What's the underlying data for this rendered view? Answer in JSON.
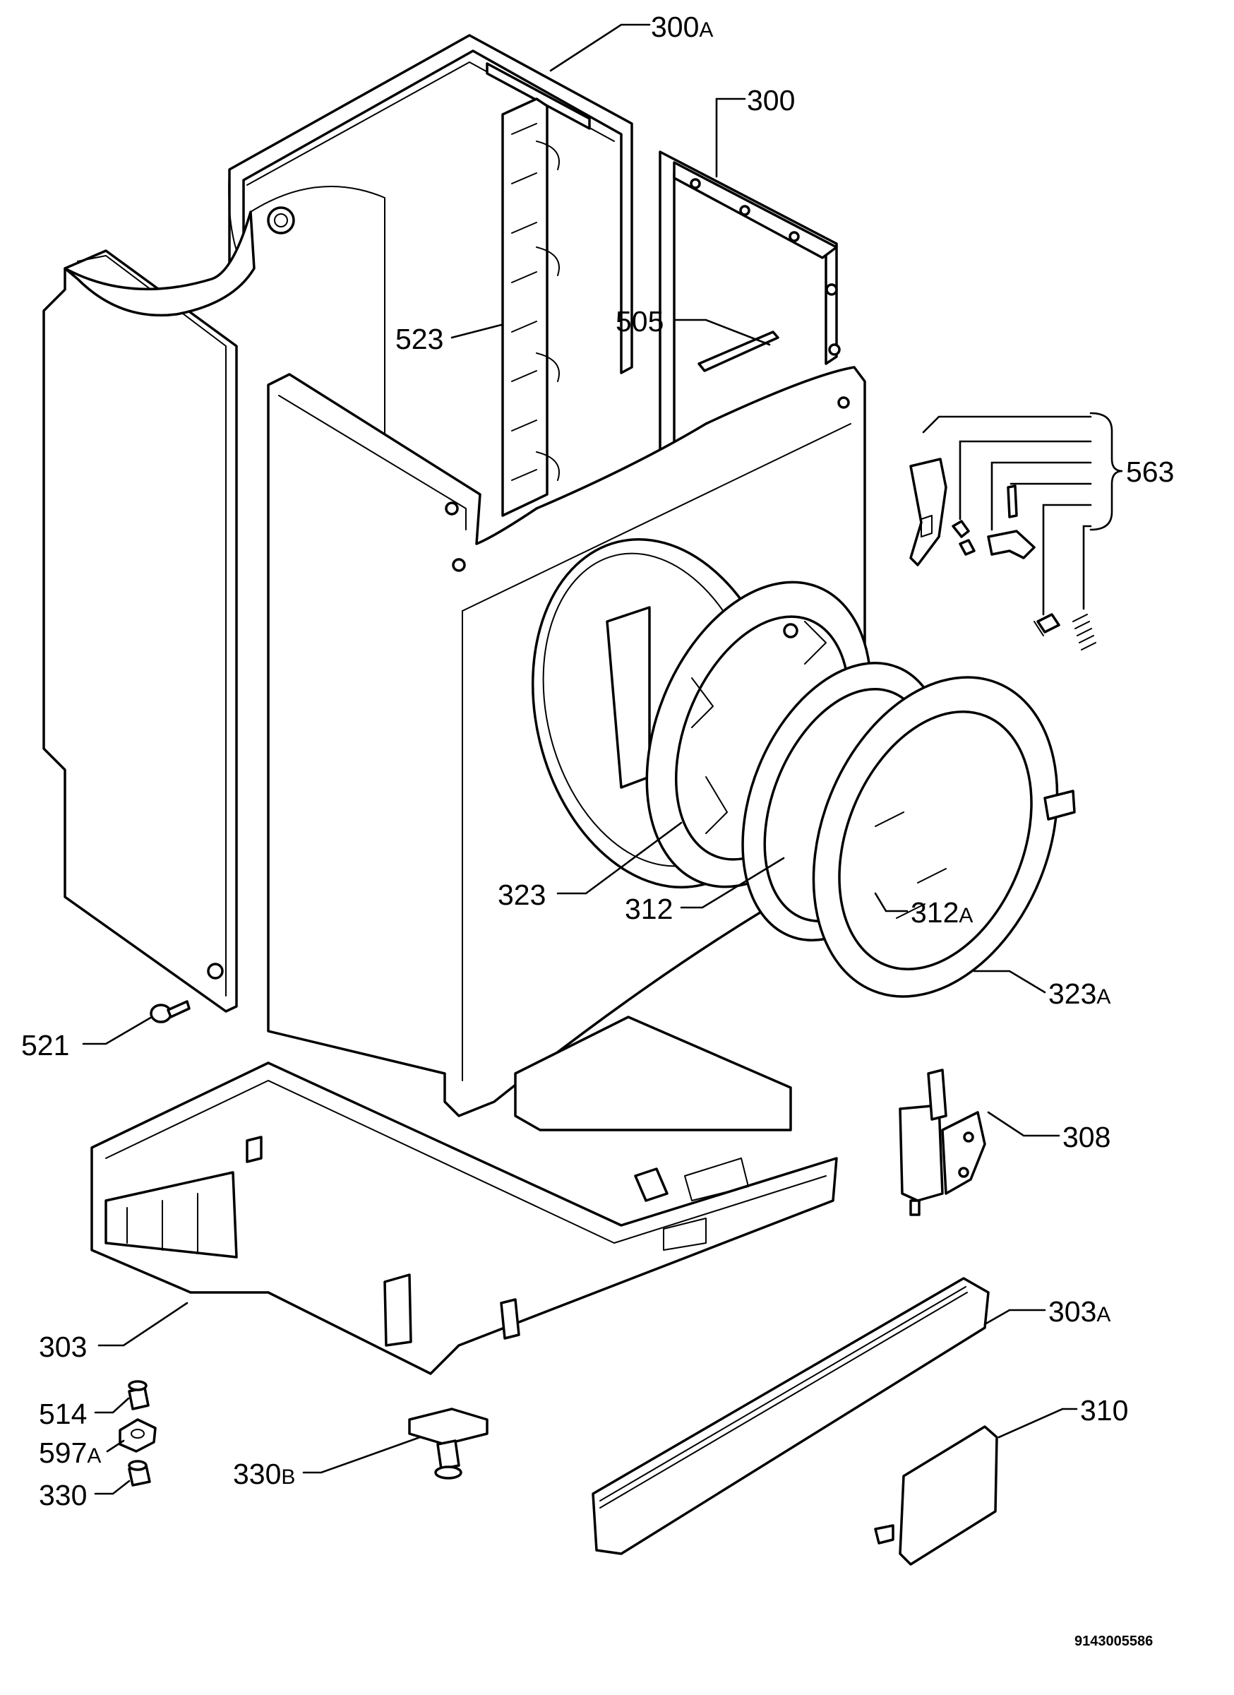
{
  "labels": [
    {
      "id": "300A",
      "num": "300",
      "suffix": "A"
    },
    {
      "id": "300",
      "num": "300",
      "suffix": ""
    },
    {
      "id": "523",
      "num": "523",
      "suffix": ""
    },
    {
      "id": "505",
      "num": "505",
      "suffix": ""
    },
    {
      "id": "563",
      "num": "563",
      "suffix": ""
    },
    {
      "id": "323",
      "num": "323",
      "suffix": ""
    },
    {
      "id": "312",
      "num": "312",
      "suffix": ""
    },
    {
      "id": "312A",
      "num": "312",
      "suffix": "A"
    },
    {
      "id": "323A",
      "num": "323",
      "suffix": "A"
    },
    {
      "id": "521",
      "num": "521",
      "suffix": ""
    },
    {
      "id": "308",
      "num": "308",
      "suffix": ""
    },
    {
      "id": "303",
      "num": "303",
      "suffix": ""
    },
    {
      "id": "303A",
      "num": "303",
      "suffix": "A"
    },
    {
      "id": "514",
      "num": "514",
      "suffix": ""
    },
    {
      "id": "597A",
      "num": "597",
      "suffix": "A"
    },
    {
      "id": "330",
      "num": "330",
      "suffix": ""
    },
    {
      "id": "330B",
      "num": "330",
      "suffix": "B"
    },
    {
      "id": "310",
      "num": "310",
      "suffix": ""
    }
  ],
  "document_number": "9143005586"
}
